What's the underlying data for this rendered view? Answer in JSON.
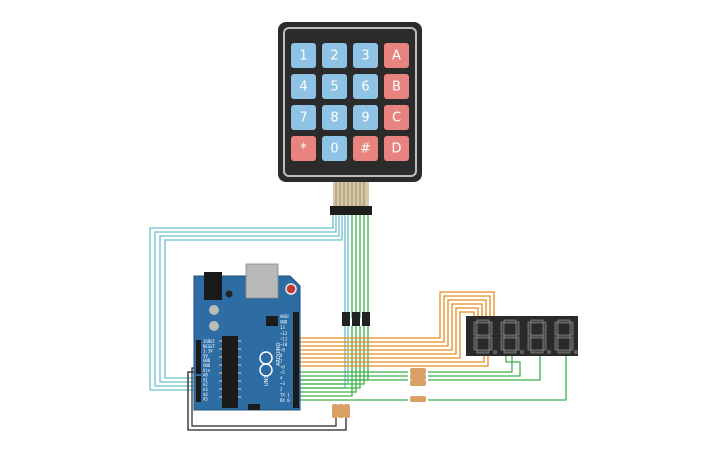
{
  "keypad": {
    "rows": [
      [
        "1",
        "2",
        "3",
        "A"
      ],
      [
        "4",
        "5",
        "6",
        "B"
      ],
      [
        "7",
        "8",
        "9",
        "C"
      ],
      [
        "*",
        "0",
        "#",
        "D"
      ]
    ],
    "colors": {
      "digit": "#8fc3e6",
      "letter": "#e8837f",
      "body": "#2b2b2b"
    }
  },
  "arduino": {
    "logo": "UNO",
    "brand": "ARDUINO",
    "digital_pins": [
      "AREF",
      "GND",
      "13",
      "~12",
      "~11",
      "~10",
      "~9",
      "8",
      "7",
      "~6",
      "~5",
      "4",
      "~3",
      "2",
      "TX 1",
      "RX 0"
    ],
    "power_pins": [
      "IOREF",
      "RESET",
      "3.3V",
      "5V",
      "GND",
      "GND",
      "Vin"
    ],
    "analog_pins": [
      "A0",
      "A1",
      "A2",
      "A3",
      "A4",
      "A5"
    ],
    "colors": {
      "board": "#2e6da4"
    }
  },
  "wire_colors": {
    "teal": "#6bc0d0",
    "green": "#3cb04a",
    "orange": "#e68a20",
    "black": "#222222"
  },
  "display": {
    "digits": 4
  }
}
